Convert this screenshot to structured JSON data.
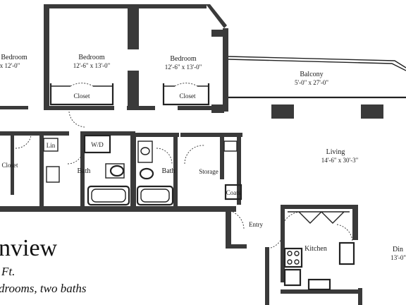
{
  "plan": {
    "title_fragment": "nview",
    "area_fragment": "Ft.",
    "rooms_summary": "drooms, two baths"
  },
  "rooms": {
    "bedroom_left": {
      "name": "Bedroom",
      "dims": "x 12'-0\""
    },
    "bedroom_center": {
      "name": "Bedroom",
      "dims": "12'-6\" x 13'-0\""
    },
    "bedroom_right": {
      "name": "Bedroom",
      "dims": "12'-6\" x 13'-0\""
    },
    "balcony": {
      "name": "Balcony",
      "dims": "5'-0\" x 27'-0\""
    },
    "living": {
      "name": "Living",
      "dims": "14'-6\" x 30'-3\""
    },
    "closet_center": {
      "name": "Closet"
    },
    "closet_right": {
      "name": "Closet"
    },
    "closet_left": {
      "name": "Closet"
    },
    "linen": {
      "name": "Lin"
    },
    "wd": {
      "name": "W/D"
    },
    "bath_left": {
      "name": "Bath"
    },
    "bath_right": {
      "name": "Bath"
    },
    "storage": {
      "name": "Storage"
    },
    "coats": {
      "name": "Coats"
    },
    "entry": {
      "name": "Entry"
    },
    "kitchen": {
      "name": "Kitchen"
    },
    "dining": {
      "name": "Din",
      "dims": "13'-0\""
    }
  }
}
